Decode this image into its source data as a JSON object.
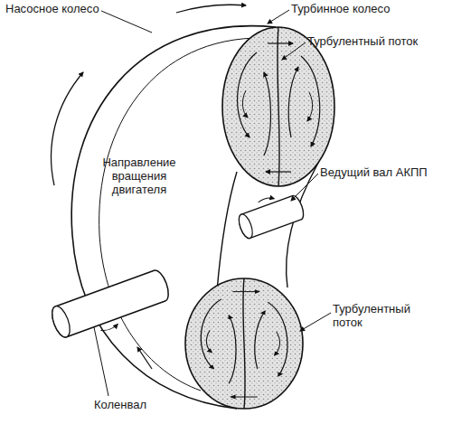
{
  "diagram": {
    "labels": [
      "Насосное колесо",
      "Турбинное колесо",
      "Турбулентный поток",
      "Направление вращения двигателя",
      "Ведущий вал АКПП",
      "Турбулентный поток",
      "Коленвал"
    ]
  }
}
